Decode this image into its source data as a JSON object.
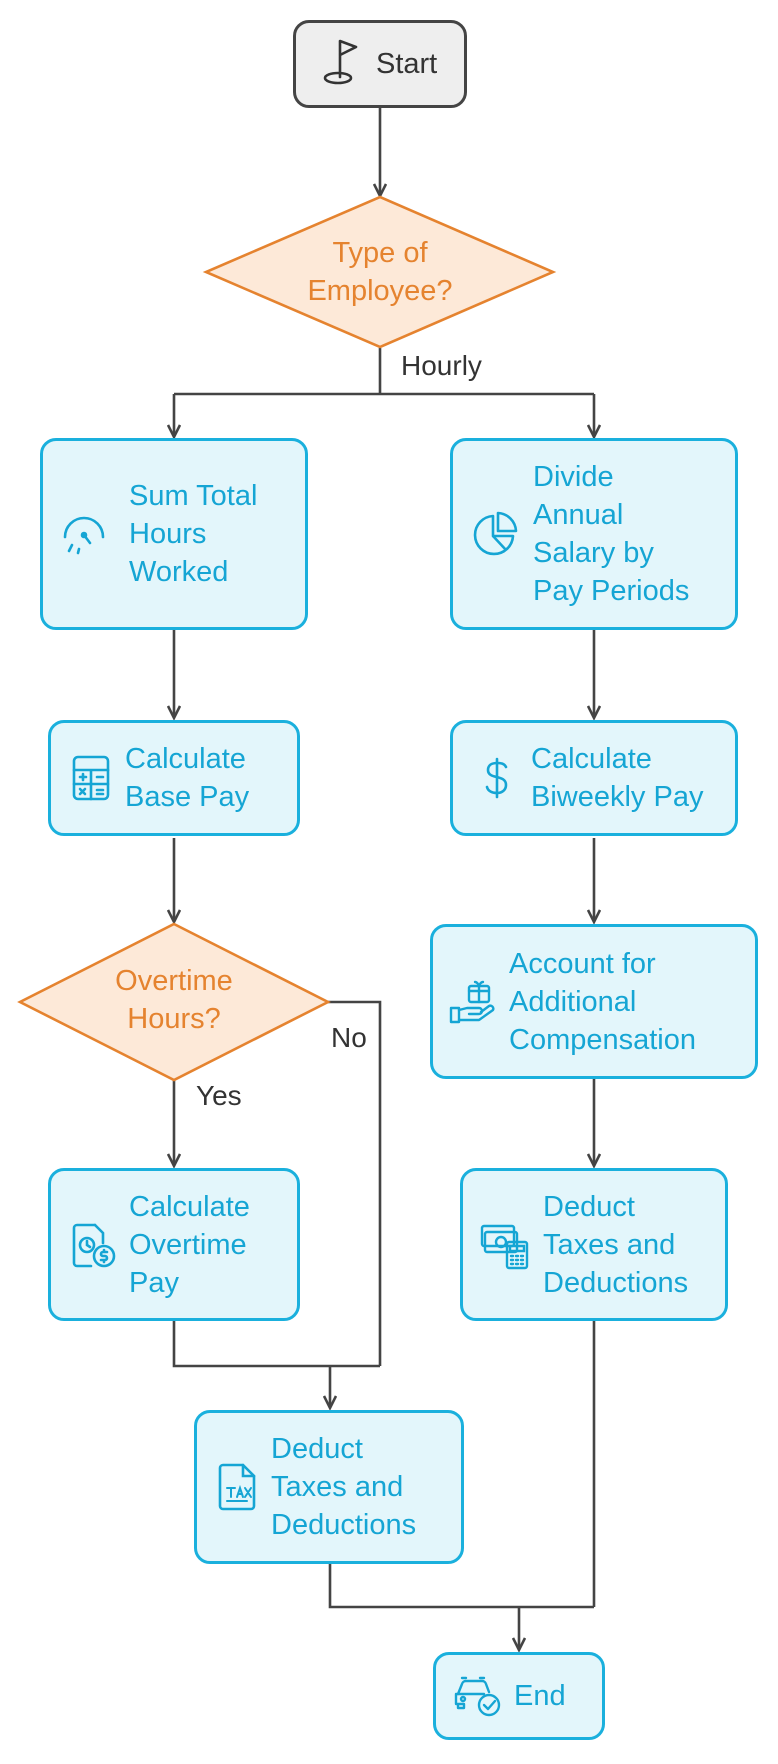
{
  "colors": {
    "process_fill": "#e3f6fb",
    "process_stroke": "#1ab0dd",
    "process_text": "#15a5d4",
    "decision_fill": "#fde9d8",
    "decision_stroke": "#e5832f",
    "decision_text": "#e5832f",
    "line": "#444444"
  },
  "start": {
    "label": "Start",
    "icon": "golf-flag-icon"
  },
  "decision_employee": {
    "line1": "Type of",
    "line2": "Employee?"
  },
  "decision_overtime": {
    "line1": "Overtime",
    "line2": "Hours?"
  },
  "edge_labels": {
    "hourly": "Hourly",
    "no": "No",
    "yes": "Yes"
  },
  "hourly_branch": {
    "sum_hours": {
      "lines": [
        "Sum Total",
        "Hours",
        "Worked"
      ],
      "icon": "stopwatch-icon"
    },
    "base_pay": {
      "lines": [
        "Calculate",
        "Base Pay"
      ],
      "icon": "calculator-icon"
    },
    "overtime_pay": {
      "lines": [
        "Calculate",
        "Overtime",
        "Pay"
      ],
      "icon": "clock-dollar-document-icon"
    },
    "deduct": {
      "lines": [
        "Deduct",
        "Taxes and",
        "Deductions"
      ],
      "icon": "tax-document-icon"
    }
  },
  "salary_branch": {
    "divide_salary": {
      "lines": [
        "Divide",
        "Annual",
        "Salary by",
        "Pay Periods"
      ],
      "icon": "pie-chart-icon"
    },
    "biweekly_pay": {
      "lines": [
        "Calculate",
        "Biweekly Pay"
      ],
      "icon": "dollar-sign-icon"
    },
    "additional_comp": {
      "lines": [
        "Account for",
        "Additional",
        "Compensation"
      ],
      "icon": "gift-hand-icon"
    },
    "deduct": {
      "lines": [
        "Deduct",
        "Taxes and",
        "Deductions"
      ],
      "icon": "money-calculator-icon"
    }
  },
  "end": {
    "label": "End",
    "icon": "car-check-icon"
  }
}
